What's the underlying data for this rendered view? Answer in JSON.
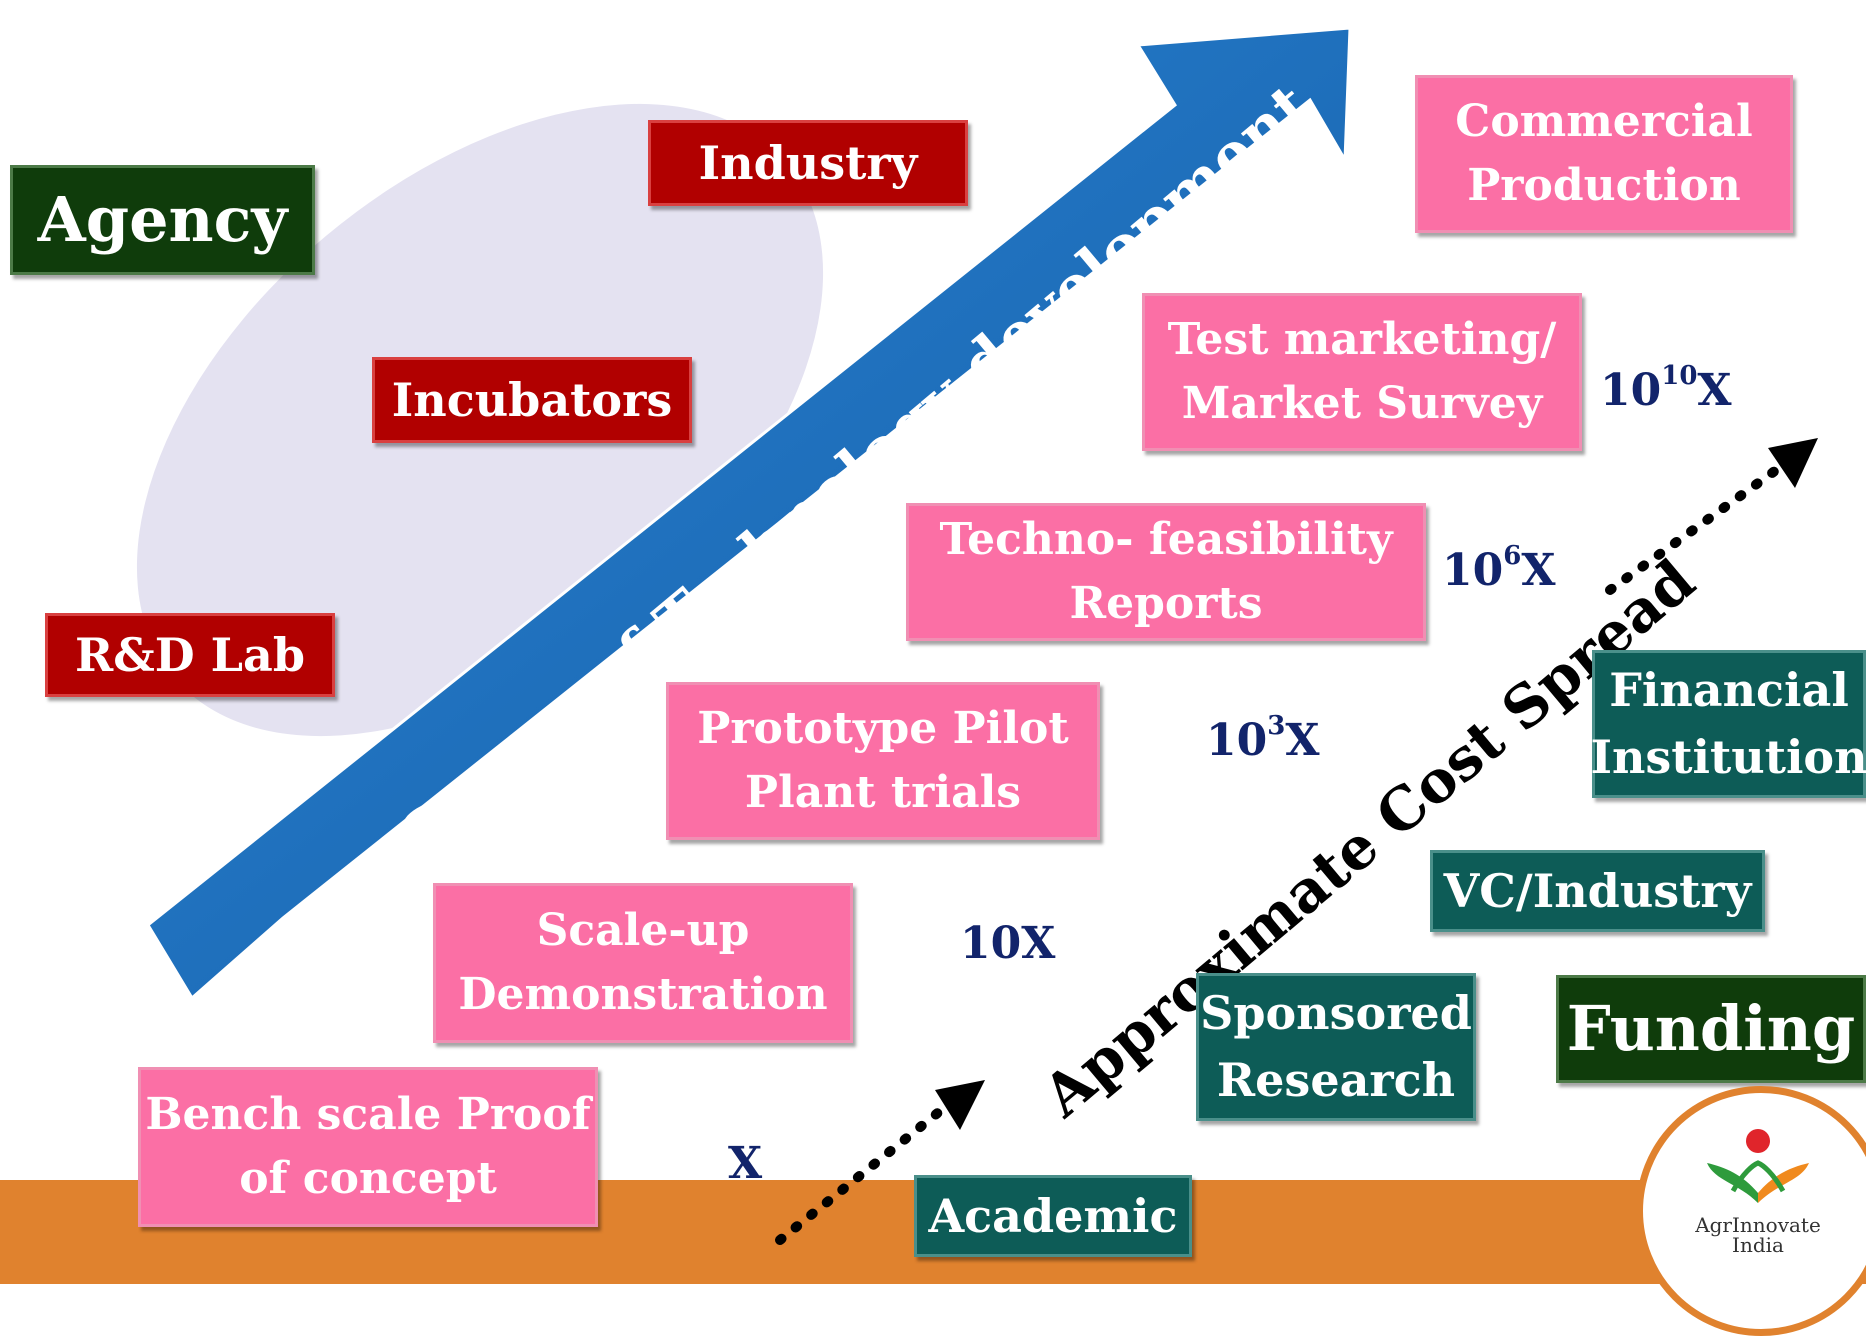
{
  "agency": "Agency",
  "funding": "Funding",
  "agencies": {
    "industry": "Industry",
    "incubators": "Incubators",
    "rnd_lab": "R&D Lab"
  },
  "stages_arrow_label": "Stages of Technology development",
  "cost_spread_label": "Approximate Cost Spread",
  "stages": [
    {
      "line1": "Commercial",
      "line2": "Production"
    },
    {
      "line1": "Test marketing/",
      "line2": "Market Survey"
    },
    {
      "line1": "Techno- feasibility",
      "line2": "Reports"
    },
    {
      "line1": "Prototype Pilot",
      "line2": "Plant trials"
    },
    {
      "line1": "Scale-up",
      "line2": "Demonstration"
    },
    {
      "line1": "Bench scale Proof",
      "line2": "of concept"
    }
  ],
  "multipliers": [
    {
      "base": "10",
      "exp": "10",
      "suffix": "X"
    },
    {
      "base": "10",
      "exp": "6",
      "suffix": "X"
    },
    {
      "base": "10",
      "exp": "3",
      "suffix": "X"
    },
    {
      "base": "10X"
    },
    {
      "base": "X"
    }
  ],
  "funders": {
    "financial_institution_line1": "Financial",
    "financial_institution_line2": "Institution",
    "vc_industry": "VC/Industry",
    "sponsored_line1": "Sponsored",
    "sponsored_line2": "Research",
    "academic": "Academic"
  },
  "logo": {
    "line1": "AgrInnovate",
    "line2": "India"
  },
  "colors": {
    "pink": "#fb6fa5",
    "red": "#b10000",
    "teal": "#0d5c57",
    "dark_green": "#0f3c0b",
    "arrow_blue": "#1a6fbf",
    "band_orange": "#e0822e",
    "ellipse": "#e4e2f1"
  }
}
